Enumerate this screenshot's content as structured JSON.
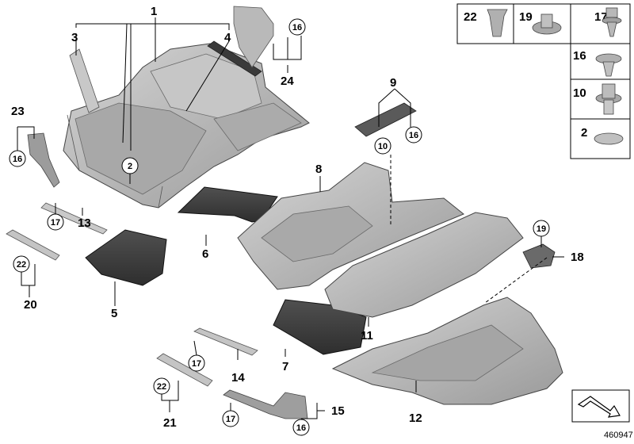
{
  "reference_number": "460947",
  "part_labels": {
    "p1": "1",
    "p2": "2",
    "p3": "3",
    "p4": "4",
    "p5": "5",
    "p6": "6",
    "p7": "7",
    "p8": "8",
    "p9": "9",
    "p11": "11",
    "p12": "12",
    "p13": "13",
    "p14": "14",
    "p15": "15",
    "p18": "18",
    "p20": "20",
    "p21": "21",
    "p23": "23",
    "p24": "24"
  },
  "callouts": {
    "c2": "2",
    "c10": "10",
    "c16a": "16",
    "c16b": "16",
    "c16c": "16",
    "c16d": "16",
    "c17a": "17",
    "c17b": "17",
    "c17c": "17",
    "c19": "19",
    "c22a": "22",
    "c22b": "22"
  },
  "fasteners": [
    {
      "number": "22",
      "icon": "clip-icon"
    },
    {
      "number": "19",
      "icon": "nut-icon"
    },
    {
      "number": "17",
      "icon": "expanding-rivet-icon"
    },
    {
      "number": "16",
      "icon": "push-rivet-icon"
    },
    {
      "number": "10",
      "icon": "hex-nut-icon"
    },
    {
      "number": "2",
      "icon": "cap-icon"
    }
  ],
  "colors": {
    "carpet": "#b9b9b9",
    "carpet_dark": "#8e8e8e",
    "mat": "#3d3d3d",
    "line": "#000000"
  }
}
